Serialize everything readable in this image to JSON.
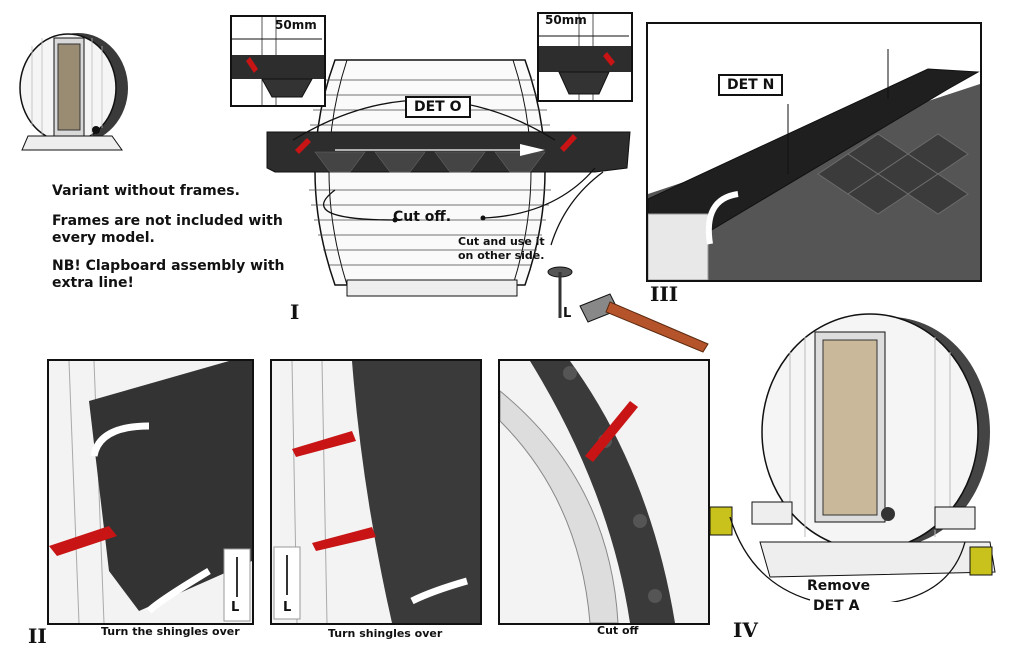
{
  "notes": {
    "line1": "Variant without frames.",
    "line2a": "Frames are not included with",
    "line2b": "every model.",
    "line3a": "NB! Clapboard assembly with",
    "line3b": "extra line!"
  },
  "labels": {
    "det_o": "DET O",
    "det_n": "DET N",
    "det_a_line1": "Remove",
    "det_a_line2": "DET A",
    "dim_left": "50mm",
    "dim_right": "50mm",
    "cut_off_main": "Cut off.",
    "cut_use_line1": "Cut and use it",
    "cut_use_line2": "on other side.",
    "nail_l_main": "L",
    "nail_l_panel1": "L",
    "nail_l_panel2": "L",
    "turn_shingles_over_1": "Turn the shingles over",
    "turn_shingles_over_2": "Turn shingles over",
    "cut_off_panel": "Cut off"
  },
  "steps": {
    "I": "I",
    "II": "II",
    "III": "III",
    "IV": "IV"
  },
  "colors": {
    "shingle": "#2a2a2a",
    "wood": "#f2f2f2",
    "knife_red": "#c81414",
    "hammer_handle": "#b5532b",
    "drill_yellow": "#c9c21c"
  }
}
